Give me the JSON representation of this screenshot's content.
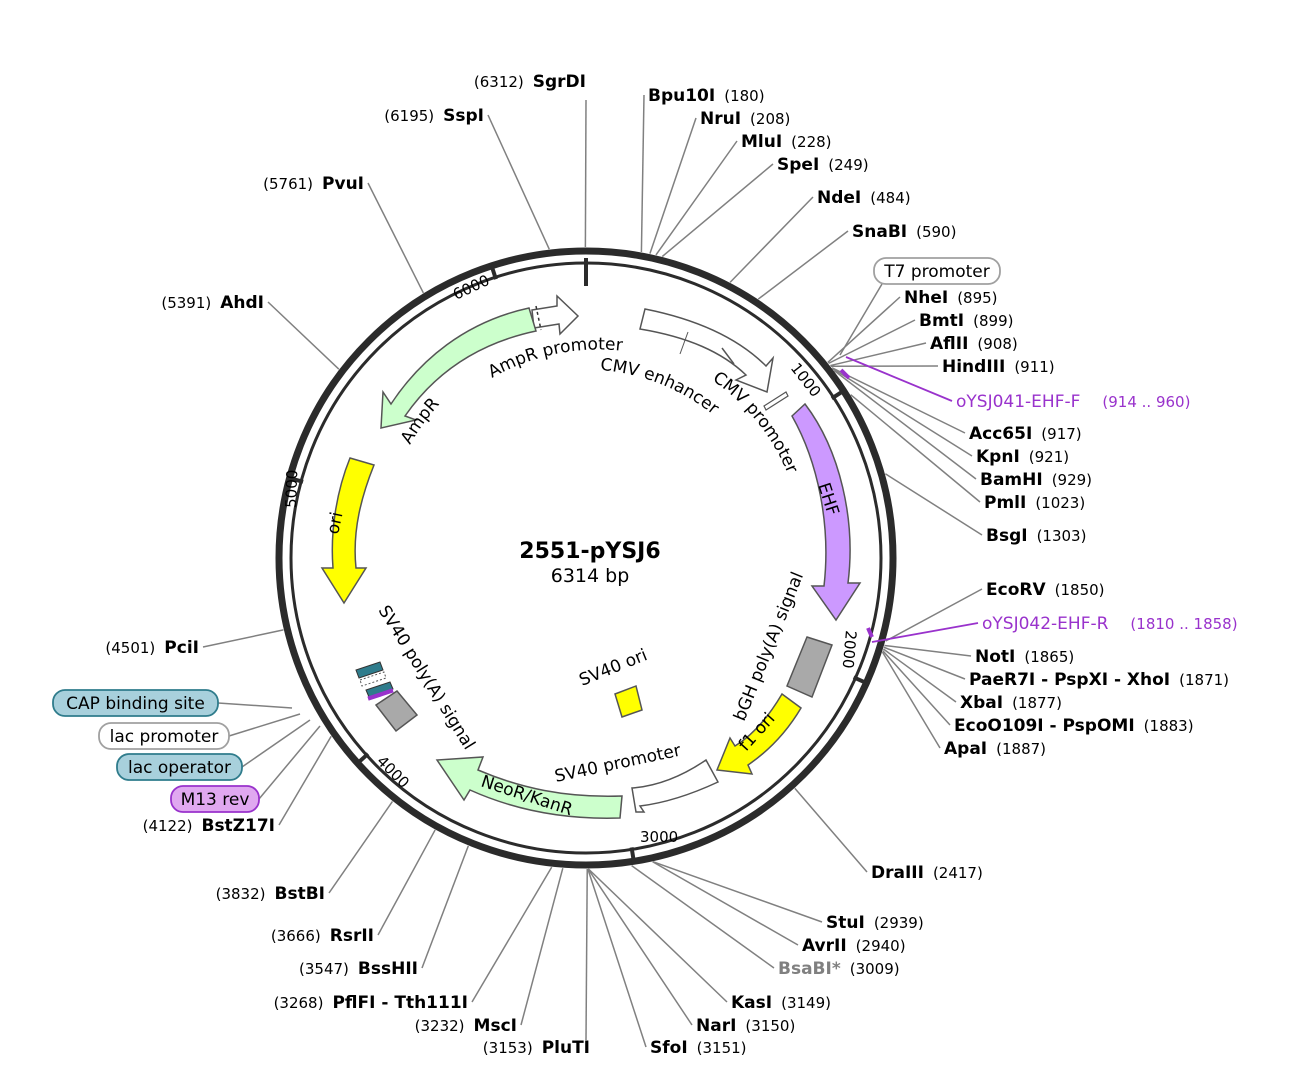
{
  "plasmid": {
    "name": "2551-pYSJ6",
    "size_label": "6314 bp",
    "length": 6314
  },
  "colors": {
    "backbone": "#2b2b2b",
    "connector": "#808080",
    "primer": "#9932cc",
    "ampr": "#ccffcc",
    "neor": "#ccffcc",
    "ori": "#ffff00",
    "ehf": "#cc99ff",
    "promoter": "#ffffff",
    "polya": "#a9a9a9",
    "cap_fill": "#a8d0dc",
    "lac_op_fill": "#a8d0dc",
    "m13_fill": "#e0a8f0"
  },
  "ticks": [
    {
      "pos": 1000,
      "label": "1000"
    },
    {
      "pos": 2000,
      "label": "2000"
    },
    {
      "pos": 3000,
      "label": "3000"
    },
    {
      "pos": 4000,
      "label": "4000"
    },
    {
      "pos": 5000,
      "label": "5000"
    },
    {
      "pos": 6000,
      "label": "6000"
    }
  ],
  "sites": [
    {
      "name": "SgrDI",
      "pos": "(6312)",
      "bp": 6312,
      "side": "left"
    },
    {
      "name": "SspI",
      "pos": "(6195)",
      "bp": 6195,
      "side": "left"
    },
    {
      "name": "PvuI",
      "pos": "(5761)",
      "bp": 5761,
      "side": "left"
    },
    {
      "name": "AhdI",
      "pos": "(5391)",
      "bp": 5391,
      "side": "left"
    },
    {
      "name": "PciI",
      "pos": "(4501)",
      "bp": 4501,
      "side": "left"
    },
    {
      "name": "BstZ17I",
      "pos": "(4122)",
      "bp": 4122,
      "side": "left"
    },
    {
      "name": "BstBI",
      "pos": "(3832)",
      "bp": 3832,
      "side": "left"
    },
    {
      "name": "RsrII",
      "pos": "(3666)",
      "bp": 3666,
      "side": "left"
    },
    {
      "name": "BssHII",
      "pos": "(3547)",
      "bp": 3547,
      "side": "left"
    },
    {
      "name": "PflFI - Tth111I",
      "pos": "(3268)",
      "bp": 3268,
      "side": "left"
    },
    {
      "name": "MscI",
      "pos": "(3232)",
      "bp": 3232,
      "side": "left"
    },
    {
      "name": "PluTI",
      "pos": "(3153)",
      "bp": 3153,
      "side": "left"
    },
    {
      "name": "Bpu10I",
      "pos": "(180)",
      "bp": 180,
      "side": "right"
    },
    {
      "name": "NruI",
      "pos": "(208)",
      "bp": 208,
      "side": "right"
    },
    {
      "name": "MluI",
      "pos": "(228)",
      "bp": 228,
      "side": "right"
    },
    {
      "name": "SpeI",
      "pos": "(249)",
      "bp": 249,
      "side": "right"
    },
    {
      "name": "NdeI",
      "pos": "(484)",
      "bp": 484,
      "side": "right"
    },
    {
      "name": "SnaBI",
      "pos": "(590)",
      "bp": 590,
      "side": "right"
    },
    {
      "name": "NheI",
      "pos": "(895)",
      "bp": 895,
      "side": "right"
    },
    {
      "name": "BmtI",
      "pos": "(899)",
      "bp": 899,
      "side": "right"
    },
    {
      "name": "AflII",
      "pos": "(908)",
      "bp": 908,
      "side": "right"
    },
    {
      "name": "HindIII",
      "pos": "(911)",
      "bp": 911,
      "side": "right"
    },
    {
      "name": "Acc65I",
      "pos": "(917)",
      "bp": 917,
      "side": "right"
    },
    {
      "name": "KpnI",
      "pos": "(921)",
      "bp": 921,
      "side": "right"
    },
    {
      "name": "BamHI",
      "pos": "(929)",
      "bp": 929,
      "side": "right"
    },
    {
      "name": "PmlI",
      "pos": "(1023)",
      "bp": 1023,
      "side": "right"
    },
    {
      "name": "BsgI",
      "pos": "(1303)",
      "bp": 1303,
      "side": "right"
    },
    {
      "name": "EcoRV",
      "pos": "(1850)",
      "bp": 1850,
      "side": "right"
    },
    {
      "name": "NotI",
      "pos": "(1865)",
      "bp": 1865,
      "side": "right"
    },
    {
      "name": "PaeR7I - PspXI - XhoI",
      "pos": "(1871)",
      "bp": 1871,
      "side": "right"
    },
    {
      "name": "XbaI",
      "pos": "(1877)",
      "bp": 1877,
      "side": "right"
    },
    {
      "name": "EcoO109I - PspOMI",
      "pos": "(1883)",
      "bp": 1883,
      "side": "right"
    },
    {
      "name": "ApaI",
      "pos": "(1887)",
      "bp": 1887,
      "side": "right"
    },
    {
      "name": "DraIII",
      "pos": "(2417)",
      "bp": 2417,
      "side": "right"
    },
    {
      "name": "StuI",
      "pos": "(2939)",
      "bp": 2939,
      "side": "right"
    },
    {
      "name": "AvrII",
      "pos": "(2940)",
      "bp": 2940,
      "side": "right"
    },
    {
      "name": "BsaBI*",
      "pos": "(3009)",
      "bp": 3009,
      "side": "right",
      "muted": true
    },
    {
      "name": "KasI",
      "pos": "(3149)",
      "bp": 3149,
      "side": "right"
    },
    {
      "name": "NarI",
      "pos": "(3150)",
      "bp": 3150,
      "side": "right"
    },
    {
      "name": "SfoI",
      "pos": "(3151)",
      "bp": 3151,
      "side": "right"
    }
  ],
  "primers": [
    {
      "name": "oYSJ041-EHF-F",
      "range": "(914 .. 960)",
      "start": 914,
      "end": 960
    },
    {
      "name": "oYSJ042-EHF-R",
      "range": "(1810 .. 1858)",
      "start": 1810,
      "end": 1858
    }
  ],
  "pill_features": [
    {
      "label": "T7 promoter",
      "style": "white",
      "bp": 880
    },
    {
      "label": "CAP binding site",
      "style": "cap",
      "bp": 4240
    },
    {
      "label": "lac promoter",
      "style": "white",
      "bp": 4220
    },
    {
      "label": "lac operator",
      "style": "lacop",
      "bp": 4200
    },
    {
      "label": "M13 rev",
      "style": "m13",
      "bp": 4185
    }
  ],
  "features": [
    {
      "label": "AmpR promoter",
      "kind": "promoter"
    },
    {
      "label": "AmpR",
      "kind": "cds"
    },
    {
      "label": "CMV enhancer",
      "kind": "enhancer"
    },
    {
      "label": "CMV promoter",
      "kind": "promoter"
    },
    {
      "label": "EHF",
      "kind": "cds"
    },
    {
      "label": "bGH poly(A) signal",
      "kind": "polya"
    },
    {
      "label": "f1 ori",
      "kind": "ori"
    },
    {
      "label": "SV40 promoter",
      "kind": "promoter"
    },
    {
      "label": "NeoR/KanR",
      "kind": "cds"
    },
    {
      "label": "SV40 ori",
      "kind": "ori"
    },
    {
      "label": "SV40 poly(A) signal",
      "kind": "polya"
    },
    {
      "label": "ori",
      "kind": "ori"
    }
  ]
}
